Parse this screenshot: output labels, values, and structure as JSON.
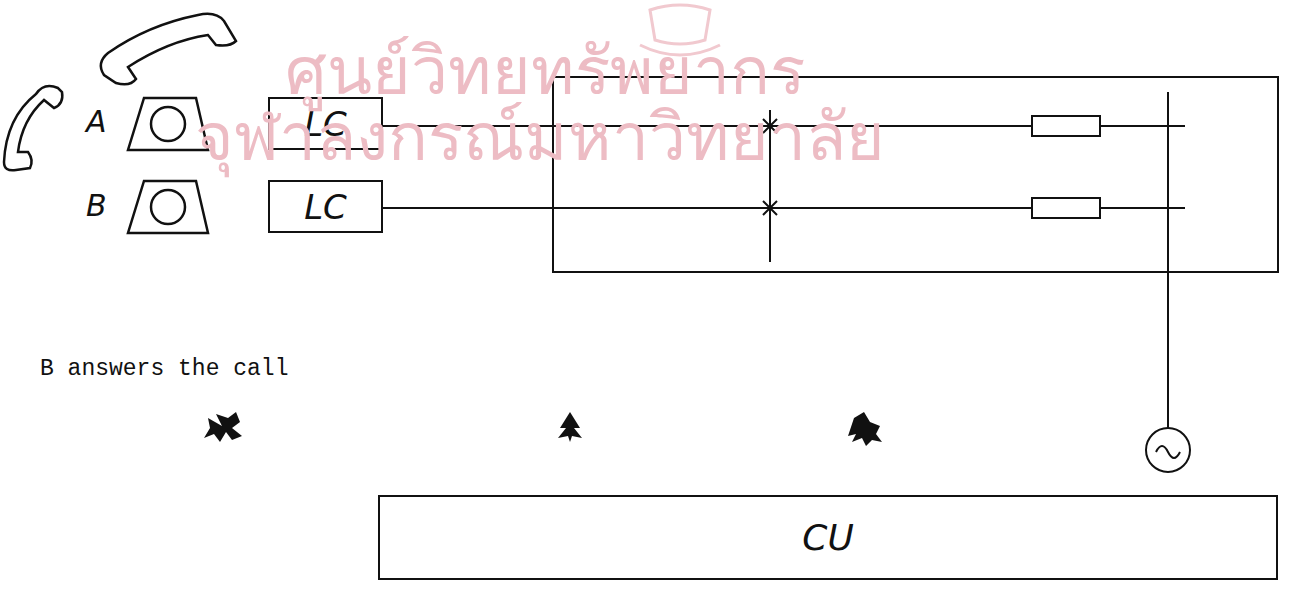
{
  "diagram": {
    "nodes": [
      {
        "text": [
          "LC"
        ]
      },
      {
        "text": [
          "LC"
        ]
      },
      {
        "text": [
          "CU"
        ]
      }
    ],
    "labels": [
      "ศูนย์วิทยทรัพยากร",
      "จุฬาลงกรณ์มหาวิทยาลัย",
      "A",
      "B",
      "B answers the call"
    ]
  }
}
